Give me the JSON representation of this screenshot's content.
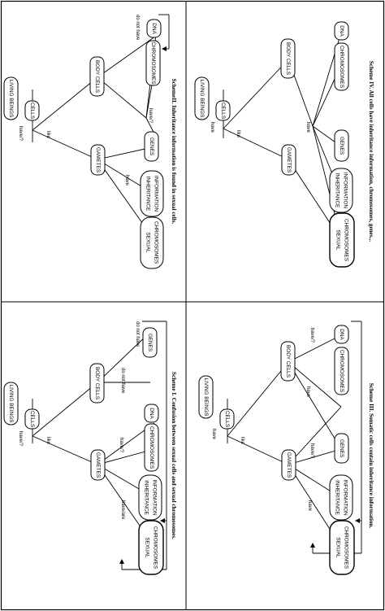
{
  "panels": [
    {
      "id": "scheme1",
      "caption": "Scheme I. Confusion between sexual cells and sexual chromosomes.",
      "nodes": {
        "living": "LIVING BEINGS",
        "cells": "CELLS",
        "gametes": "GAMETES",
        "body": "BODY CELLS",
        "sexual1": "SEXUAL",
        "sexual2": "CHROMOSOMES",
        "inherit1": "INHERITANCE",
        "inherit2": "INFORMATION",
        "chromosomes": "CHROMOSOMES",
        "dna": "DNA",
        "genes": "GENES"
      },
      "edges": {
        "have_q": "have/?",
        "like": "like",
        "have_are": "have/are",
        "have_q2": "have/?",
        "do_not_have": "do not have",
        "do_not_have2": "do not have"
      }
    },
    {
      "id": "scheme2",
      "caption": "SchemeII. Inheritance information is found in sexual cells.",
      "nodes": {
        "living": "LIVING BEINGS",
        "cells": "CELLS",
        "gametes": "GAMETES",
        "body": "BODY CELLS",
        "sexual1": "SEXUAL",
        "sexual2": "CHROMOSOMES",
        "inherit1": "INHERITANCE",
        "inherit2": "INFORMATION",
        "genes": "GENES",
        "chromosomes": "CHROMOSOMES",
        "dna": "DNA"
      },
      "edges": {
        "have_q": "have/?",
        "like": "like",
        "have": "have",
        "have_q2": "have/?",
        "do_not_have": "do not have"
      }
    },
    {
      "id": "scheme3",
      "caption": "Scheme III. Somatic cells contain inheritance information.",
      "nodes": {
        "living": "LIVING BEINGS",
        "cells": "CELLS",
        "gametes": "GAMETES",
        "body": "BODY CELLS",
        "sexual1": "SEXUAL",
        "sexual2": "CHROMOSOMES",
        "inherit1": "INHERITANCE",
        "inherit2": "INFORMATION",
        "genes": "GENES",
        "chromosomes": "CHROMOSOMES",
        "dna": "DNA"
      },
      "edges": {
        "have": "have",
        "like": "like",
        "have2": "have",
        "have_q": "have/?",
        "have3": "have",
        "have_q2": "have/?"
      }
    },
    {
      "id": "scheme4",
      "caption": "Scheme IV. All cells have inheritance information, chromosomes, genes...",
      "nodes": {
        "living": "LIVING BEINGS",
        "cells": "CELLS",
        "gametes": "GAMETES",
        "body": "BODY CELLS",
        "sexual1": "SEXUAL",
        "sexual2": "CHROMOSOMES",
        "inherit1": "INHERITANCE",
        "inherit2": "INFORMATION",
        "genes": "GENES",
        "chromosomes": "CHROMOSOMES",
        "dna": "DNA"
      },
      "edges": {
        "have": "have",
        "like": "like",
        "have2": "have"
      }
    }
  ]
}
